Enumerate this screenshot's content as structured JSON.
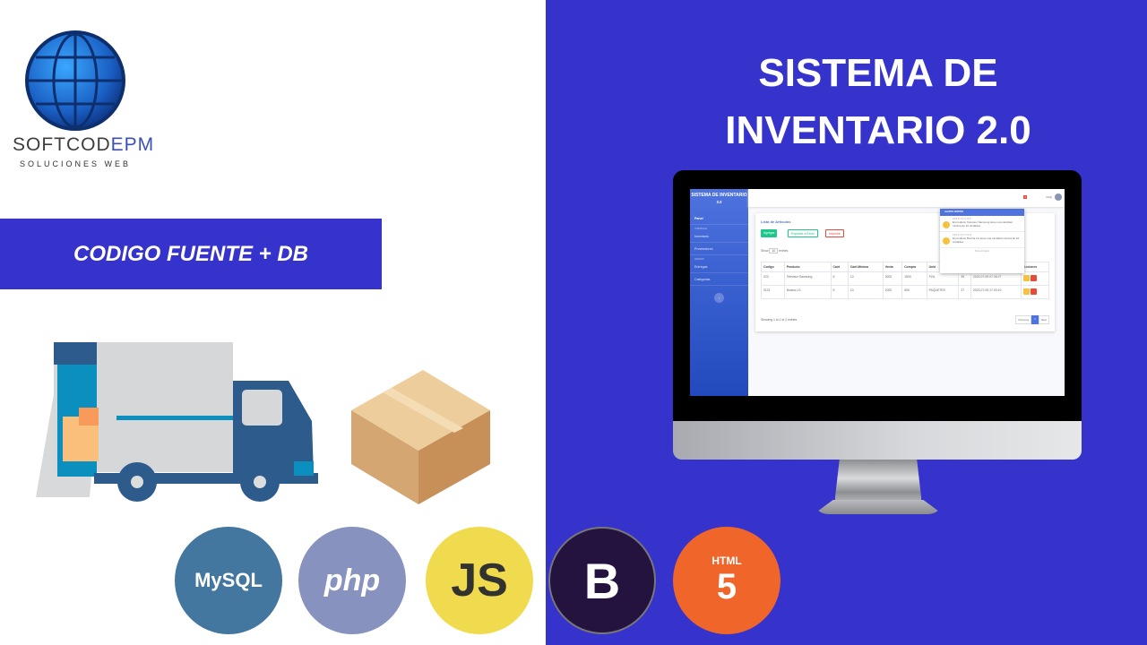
{
  "brand": {
    "name_part1": "SOFTCOD",
    "name_part2": "EPM",
    "tagline": "SOLUCIONES WEB"
  },
  "banner": {
    "label": "CODIGO FUENTE + DB"
  },
  "hero": {
    "title_line1": "SISTEMA DE",
    "title_line2": "INVENTARIO 2.0"
  },
  "colors": {
    "primary": "#3533cc",
    "sb": "#4e73df",
    "success": "#1cc88a",
    "danger": "#e74a3b",
    "warning": "#f6c23e"
  },
  "app": {
    "sidebar": {
      "title": "SISTEMA DE INVENTARIO",
      "version": "2.0",
      "items": [
        {
          "label": "Panel"
        },
        {
          "section": "INTERFACE"
        },
        {
          "label": "Inventario"
        },
        {
          "label": "Proveedores"
        },
        {
          "section": "ADDONS"
        },
        {
          "label": "Entregas"
        },
        {
          "label": "Categorias"
        }
      ]
    },
    "topbar": {
      "badge": "2",
      "user": "Kelly"
    },
    "card": {
      "title": "Lista de Articulos",
      "add": "Agregar",
      "export": "Exportar a Excel",
      "print": "Imprimir",
      "show": "Show",
      "entries_value": "10",
      "entries": "entries",
      "footer": "Showing 1 to 2 of 2 entries",
      "prev": "Previous",
      "page": "1",
      "next": "Next"
    },
    "table": {
      "headers": [
        "Codigo",
        "Producto",
        "Cant",
        "Cant.Minima",
        "Venta",
        "Compra",
        "Unid",
        "",
        "",
        "Acciones"
      ],
      "rows": [
        [
          "023",
          "Televisor Samsung",
          "5",
          "10",
          "2000",
          "1500",
          "PZA",
          "39",
          "2023-07-05 07:26:27"
        ],
        [
          "0101",
          "Bocina LG",
          "5",
          "10",
          "1000",
          "500",
          "PAQUETES",
          "27",
          "2023-07-05 17:03:10"
        ]
      ]
    },
    "alerts": {
      "header": "ALERTS CENTER",
      "items": [
        {
          "date": "2023-07-05 07:26:27",
          "text": "El producto Televisor Samsung tiene una cantidad minima de 10 unidades."
        },
        {
          "date": "2023-07-05 17:03:10",
          "text": "El producto Bocina LG tiene una cantidad minima de 10 unidades."
        }
      ],
      "footer": "Show All Alerts"
    }
  },
  "tech": {
    "mysql": "MySQL",
    "php": "php",
    "js": "JS",
    "bootstrap": "B",
    "html": "HTML"
  }
}
